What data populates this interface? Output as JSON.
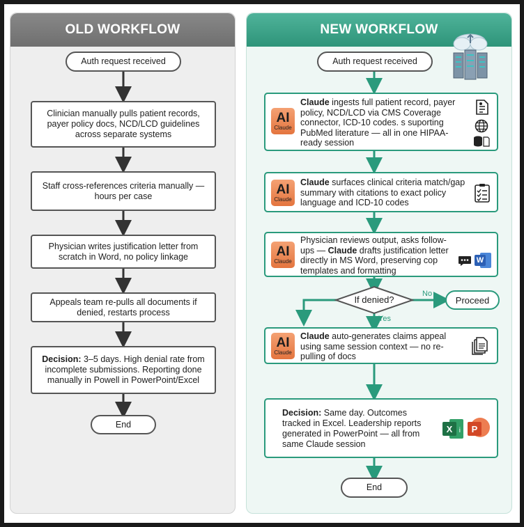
{
  "old": {
    "title": "OLD WORKFLOW",
    "start": "Auth request received",
    "steps": [
      "Clinician manually pulls patient records, payer policy docs, NCD/LCD guidelines across separate systems",
      "Staff cross-references criteria manually — hours per case",
      "Physician writes justification letter from scratch in Word, no policy linkage",
      "Appeals team re-pulls all documents if denied, restarts process"
    ],
    "decision_label": "Decision:",
    "decision_text": " 3–5 days. High denial rate from incomplete submissions. Reporting done manually in Powell in PowerPoint/Excel",
    "end": "End"
  },
  "new": {
    "title": "NEW WORKFLOW",
    "start": "Auth request received",
    "ai_label": "AI",
    "ai_sub": "Claude",
    "claude": "Claude",
    "step1": " ingests full patient record, payer policy, NCD/LCD via CMS Coverage connector, ICD-10 codes. s suporting PubMed literature — all in one HIPAA-ready session",
    "step2": " surfaces clinical criteria match/gap summary with citations to exact policy language and ICD-10 codes",
    "step3_pre": "Physician reviews output, asks follow-ups — ",
    "step3_post": " drafts justification letter directly in MS Word, preserving cop templates and formatting",
    "decision_q": "If denied?",
    "no_label": "No",
    "yes_label": "Yes",
    "proceed": "Proceed",
    "step4": " auto-generates claims appeal using same session context — no re-pulling of docs",
    "decision_label": "Decision:",
    "decision_text": " Same day. Outcomes tracked in Excel. Leadership reports generated in PowerPoint — all from same Claude session",
    "end": "End",
    "word_letter": "W",
    "excel_letter": "X",
    "excel_small": "i",
    "ppt_letter": "P"
  },
  "colors": {
    "teal": "#2a9a7c",
    "old_header": "#777777",
    "ai_orange": "#e8834f",
    "word_blue": "#2b5fb4",
    "excel_green": "#1e7145",
    "ppt_red": "#d24726"
  }
}
